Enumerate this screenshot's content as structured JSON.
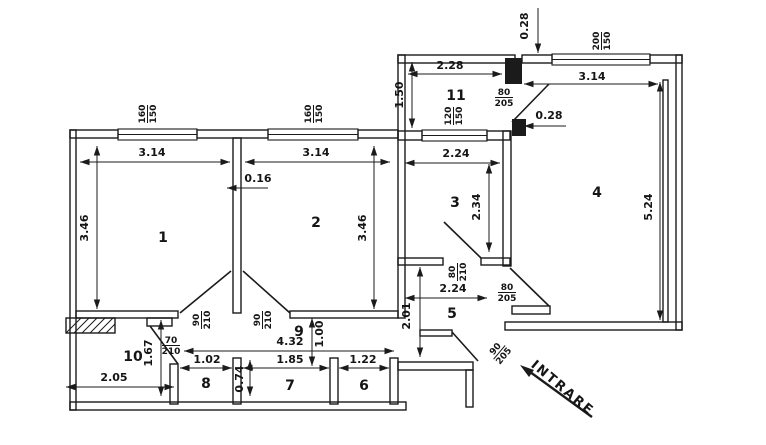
{
  "plan": {
    "entrance_label": "INTRARE",
    "rooms": {
      "r1": {
        "number": "1",
        "width": "3.14",
        "height": "3.46"
      },
      "r2": {
        "number": "2",
        "width": "3.14",
        "height": "3.46"
      },
      "r3": {
        "number": "3",
        "width": "2.24",
        "height": "2.34"
      },
      "r4": {
        "number": "4",
        "width": "3.14",
        "height": "5.24"
      },
      "r5": {
        "number": "5",
        "width": "2.24",
        "height": "2.01"
      },
      "r6": {
        "number": "6",
        "width": "1.22"
      },
      "r7": {
        "number": "7",
        "width": "1.85",
        "depth": "0.74"
      },
      "r8": {
        "number": "8",
        "width": "1.02"
      },
      "r9": {
        "number": "9",
        "width": "4.32",
        "height": "1.00"
      },
      "r10": {
        "number": "10",
        "width": "2.05",
        "height": "1.67"
      },
      "r11": {
        "number": "11",
        "width": "2.28",
        "height": "1.50"
      }
    },
    "walls": {
      "partition_thickness": "0.16",
      "top_offset": "0.28",
      "junction_offset": "0.28"
    },
    "windows": {
      "room1": {
        "w": "160",
        "h": "150"
      },
      "room2": {
        "w": "160",
        "h": "150"
      },
      "room3": {
        "w": "120",
        "h": "150"
      },
      "room4": {
        "w": "200",
        "h": "150"
      }
    },
    "doors": {
      "room1": {
        "w": "90",
        "h": "210"
      },
      "room2": {
        "w": "90",
        "h": "210"
      },
      "room3": {
        "w": "80",
        "h": "210"
      },
      "room4": {
        "w": "80",
        "h": "205"
      },
      "room10": {
        "w": "70",
        "h": "210"
      },
      "room11": {
        "w": "80",
        "h": "205"
      },
      "entrance": {
        "w": "90",
        "h": "205"
      }
    },
    "ink_color": "#1b1b1b",
    "paper_color": "#ffffff"
  }
}
